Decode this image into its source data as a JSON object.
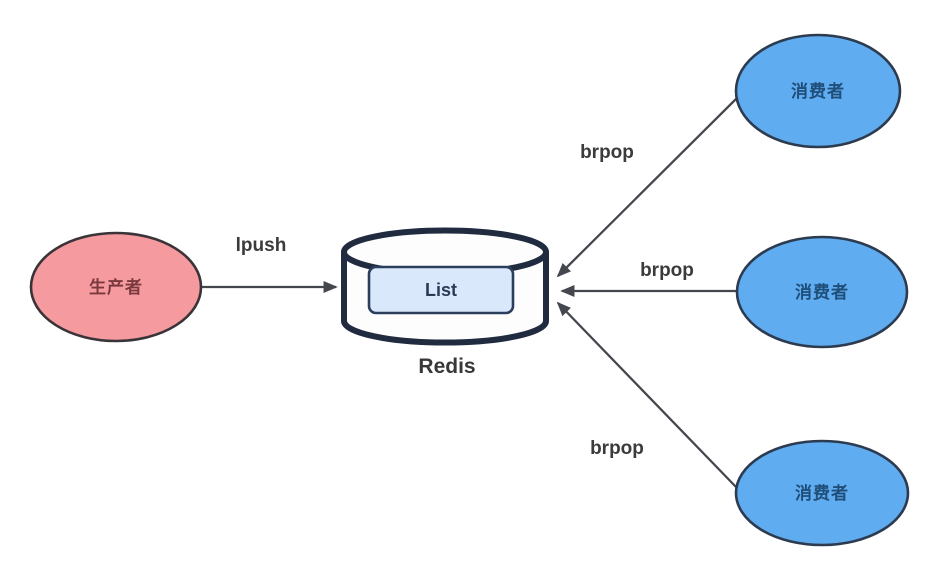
{
  "colors": {
    "canvas_bg": "#ffffff",
    "producer_fill": "#F59B9F",
    "producer_stroke": "#3A3438",
    "producer_text": "#7A393D",
    "consumer_fill": "#5FACF0",
    "consumer_stroke": "#2C3B4F",
    "consumer_text": "#1F4E79",
    "cylinder_fill": "#FDFDFE",
    "cylinder_stroke": "#202B40",
    "list_fill": "#D9E9FB",
    "list_stroke": "#2B3E5C",
    "list_text": "#2B3A55",
    "redis_label": "#383838",
    "edge_line": "#44484E",
    "edge_label": "#3B3B3B"
  },
  "nodes": {
    "producer": {
      "label": "生产者"
    },
    "redis": {
      "label": "Redis",
      "list_label": "List"
    },
    "consumers": [
      {
        "label": "消费者"
      },
      {
        "label": "消费者"
      },
      {
        "label": "消费者"
      }
    ]
  },
  "edges": {
    "lpush": {
      "label": "lpush"
    },
    "brpop": [
      {
        "label": "brpop"
      },
      {
        "label": "brpop"
      },
      {
        "label": "brpop"
      }
    ]
  }
}
